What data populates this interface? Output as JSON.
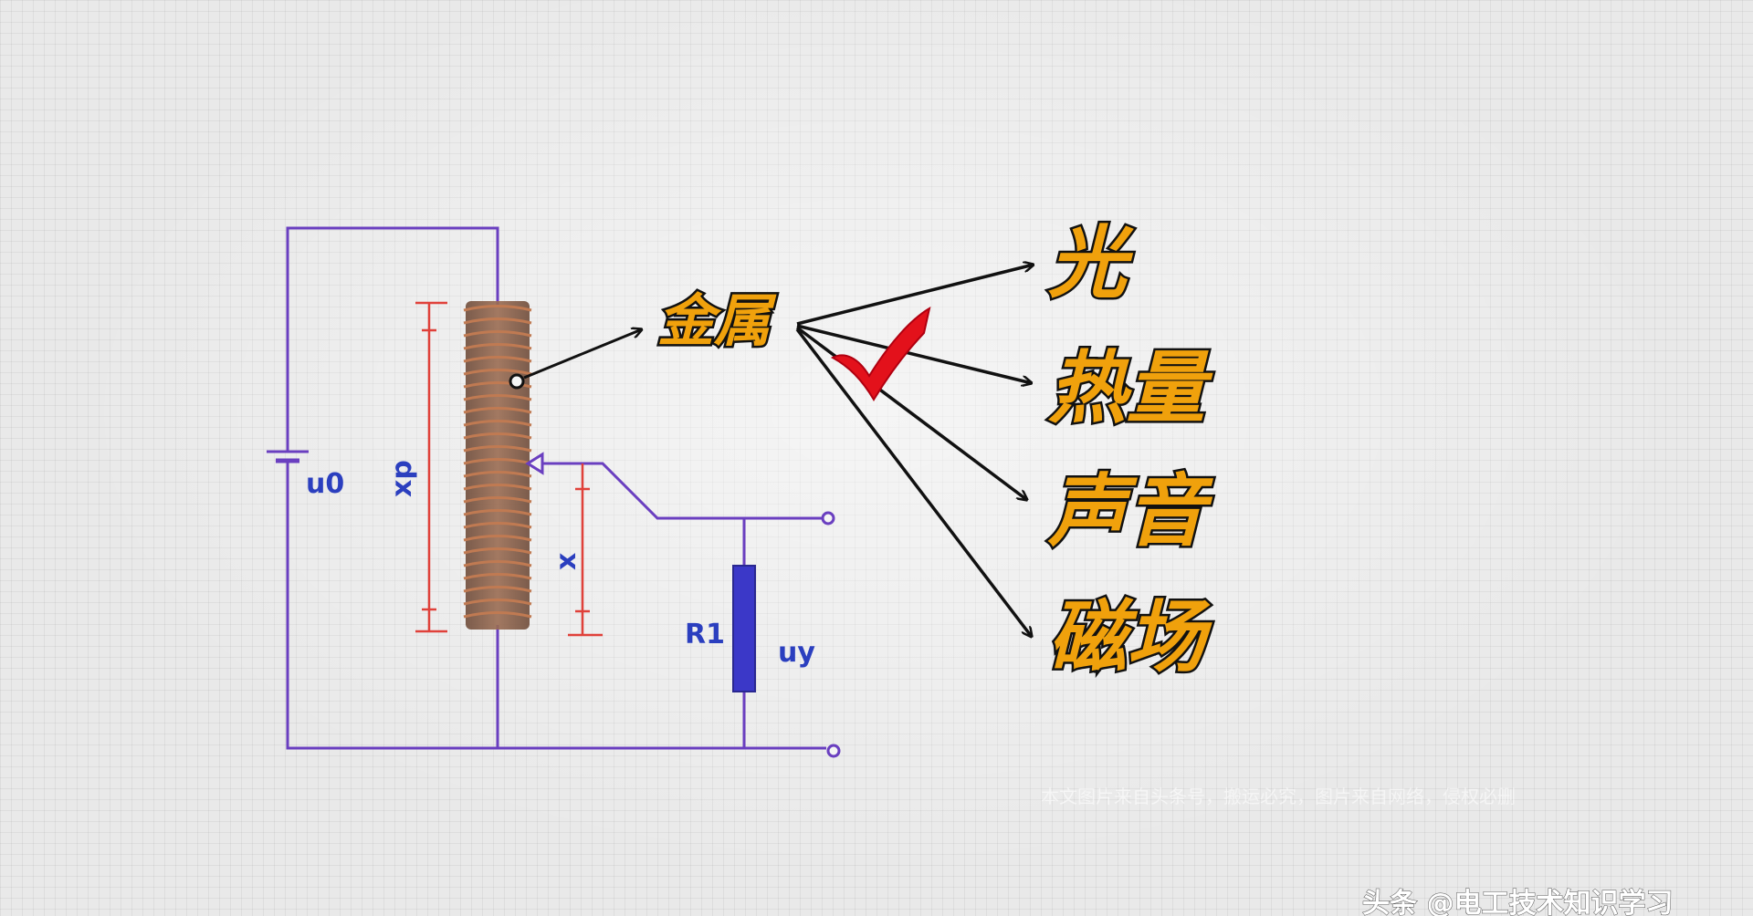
{
  "circuit": {
    "source_label": "u0",
    "coil_length_label": "xp",
    "slider_label": "x",
    "resistor_label": "R1",
    "output_label": "uy"
  },
  "concept": {
    "source": "金属",
    "targets": [
      "光",
      "热量",
      "声音",
      "磁场"
    ],
    "checked_target": "热量"
  },
  "colors": {
    "wire": "#6a3fc0",
    "dimension": "#e0413a",
    "resistor": "#3b38c8",
    "coil": "#8a5a40",
    "word_fill": "#f0a10c",
    "check": "#e3111b"
  },
  "watermark": "本文图片来自头条号，搬运必究，图片来自网络，侵权必删",
  "footer": "头条 @电工技术知识学习"
}
